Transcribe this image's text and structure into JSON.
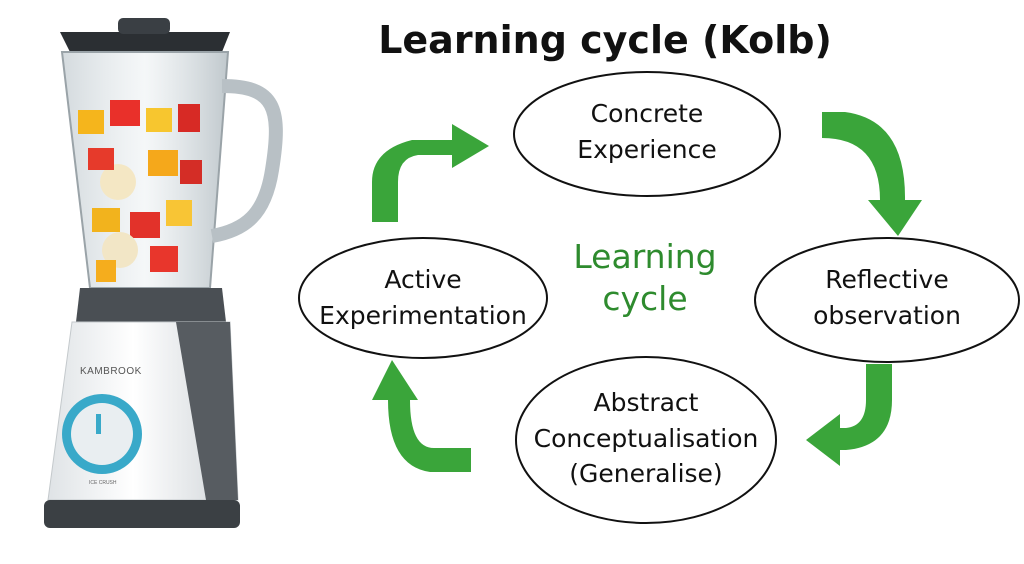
{
  "diagram": {
    "title": "Learning cycle (Kolb)",
    "center_label": [
      "Learning",
      "cycle"
    ],
    "stages": [
      {
        "id": "concrete",
        "lines": [
          "Concrete",
          "Experience"
        ]
      },
      {
        "id": "reflective",
        "lines": [
          "Reflective",
          "observation"
        ]
      },
      {
        "id": "abstract",
        "lines": [
          "Abstract",
          "Conceptualisation",
          "(Generalise)"
        ]
      },
      {
        "id": "active",
        "lines": [
          "Active",
          "Experimentation"
        ]
      }
    ],
    "arrow_color": "#3aa53a",
    "center_color": "#2e8b2e"
  },
  "blender": {
    "brand": "KAMBROOK",
    "dial_text": "ICE CRUSH",
    "accent_color": "#39a9c9"
  }
}
